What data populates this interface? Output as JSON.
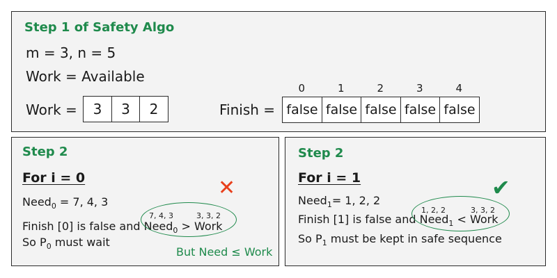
{
  "top": {
    "title": "Step 1 of Safety Algo",
    "mn": "m = 3, n = 5",
    "work_eq": "Work = Available",
    "work_label": "Work =",
    "work_values": [
      "3",
      "3",
      "2"
    ],
    "finish_label": "Finish =",
    "finish_indices": [
      "0",
      "1",
      "2",
      "3",
      "4"
    ],
    "finish_values": [
      "false",
      "false",
      "false",
      "false",
      "false"
    ]
  },
  "left": {
    "title": "Step 2",
    "heading": "For i = 0",
    "need_prefix": "Need",
    "need_sub": "0",
    "need_values": " = 7, 4, 3",
    "finish_text": "Finish [0] is false and ",
    "need2_prefix": "Need",
    "need2_sub": "0",
    "compare": " > Work",
    "so_text_pre": "So P",
    "so_sub": "0",
    "so_text_post": "  must wait",
    "ann_need": "7, 4, 3",
    "ann_work": "3, 3, 2",
    "note": "But Need ≤ Work",
    "mark": "✕",
    "mark_color": "#e8401c"
  },
  "right": {
    "title": "Step 2",
    "heading": "For i = 1",
    "need_prefix": "Need",
    "need_sub": "1",
    "need_values": "= 1, 2, 2",
    "finish_text": "Finish [1] is false and ",
    "need2_prefix": "Need",
    "need2_sub": "1",
    "compare": " < Work",
    "so_text_pre": "So P",
    "so_sub": "1",
    "so_text_post": " must be kept in safe sequence",
    "ann_need": "1, 2, 2",
    "ann_work": "3, 3, 2",
    "mark": "✔",
    "mark_color": "#1f8a4c"
  },
  "colors": {
    "accent": "#1f8a4c",
    "cross": "#e8401c",
    "panel_bg": "#f3f3f3"
  }
}
